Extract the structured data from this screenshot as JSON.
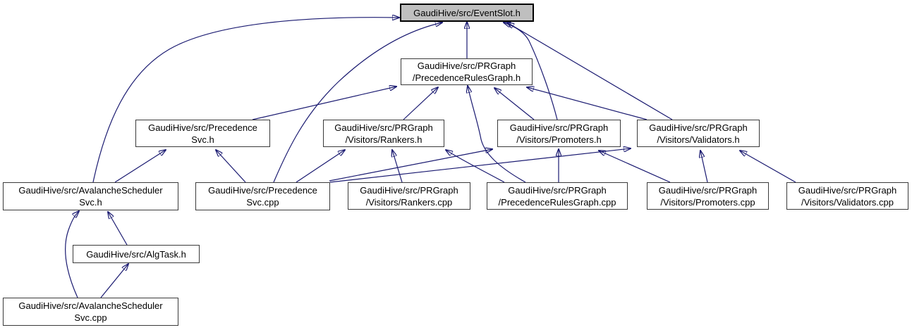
{
  "diagram": {
    "kind": "include-dependency-graph",
    "root_file": "GaudiHive/src/EventSlot.h",
    "background_color": "#ffffff",
    "edge_color": "#191970",
    "node_fill_color": "#ffffff",
    "node_border_color": "#3a3a3a",
    "root_node_fill_color": "#bfbfbf",
    "root_node_border_color": "#000000"
  },
  "nodes": {
    "eventslot_h": {
      "label": "GaudiHive/src/EventSlot.h"
    },
    "prg_h": {
      "label": "GaudiHive/src/PRGraph\n/PrecedenceRulesGraph.h"
    },
    "precsvc_h": {
      "label": "GaudiHive/src/Precedence\nSvc.h"
    },
    "rankers_h": {
      "label": "GaudiHive/src/PRGraph\n/Visitors/Rankers.h"
    },
    "promoters_h": {
      "label": "GaudiHive/src/PRGraph\n/Visitors/Promoters.h"
    },
    "validators_h": {
      "label": "GaudiHive/src/PRGraph\n/Visitors/Validators.h"
    },
    "avsched_h": {
      "label": "GaudiHive/src/AvalancheScheduler\nSvc.h"
    },
    "precsvc_cpp": {
      "label": "GaudiHive/src/Precedence\nSvc.cpp"
    },
    "rankers_cpp": {
      "label": "GaudiHive/src/PRGraph\n/Visitors/Rankers.cpp"
    },
    "prg_cpp": {
      "label": "GaudiHive/src/PRGraph\n/PrecedenceRulesGraph.cpp"
    },
    "promoters_cpp": {
      "label": "GaudiHive/src/PRGraph\n/Visitors/Promoters.cpp"
    },
    "validators_cpp": {
      "label": "GaudiHive/src/PRGraph\n/Visitors/Validators.cpp"
    },
    "algtask_h": {
      "label": "GaudiHive/src/AlgTask.h"
    },
    "avsched_cpp": {
      "label": "GaudiHive/src/AvalancheScheduler\nSvc.cpp"
    }
  },
  "edges": [
    {
      "from": "prg_h",
      "to": "eventslot_h"
    },
    {
      "from": "avsched_h",
      "to": "eventslot_h"
    },
    {
      "from": "precsvc_cpp",
      "to": "eventslot_h"
    },
    {
      "from": "promoters_h",
      "to": "eventslot_h"
    },
    {
      "from": "validators_h",
      "to": "eventslot_h"
    },
    {
      "from": "precsvc_h",
      "to": "prg_h"
    },
    {
      "from": "rankers_h",
      "to": "prg_h"
    },
    {
      "from": "promoters_h",
      "to": "prg_h"
    },
    {
      "from": "validators_h",
      "to": "prg_h"
    },
    {
      "from": "prg_cpp",
      "to": "prg_h"
    },
    {
      "from": "avsched_h",
      "to": "precsvc_h"
    },
    {
      "from": "precsvc_cpp",
      "to": "precsvc_h"
    },
    {
      "from": "precsvc_cpp",
      "to": "rankers_h"
    },
    {
      "from": "rankers_cpp",
      "to": "rankers_h"
    },
    {
      "from": "prg_cpp",
      "to": "rankers_h"
    },
    {
      "from": "precsvc_cpp",
      "to": "promoters_h"
    },
    {
      "from": "prg_cpp",
      "to": "promoters_h"
    },
    {
      "from": "promoters_cpp",
      "to": "promoters_h"
    },
    {
      "from": "precsvc_cpp",
      "to": "validators_h"
    },
    {
      "from": "promoters_cpp",
      "to": "validators_h"
    },
    {
      "from": "validators_cpp",
      "to": "validators_h"
    },
    {
      "from": "algtask_h",
      "to": "avsched_h"
    },
    {
      "from": "avsched_cpp",
      "to": "avsched_h"
    },
    {
      "from": "avsched_cpp",
      "to": "algtask_h"
    }
  ]
}
